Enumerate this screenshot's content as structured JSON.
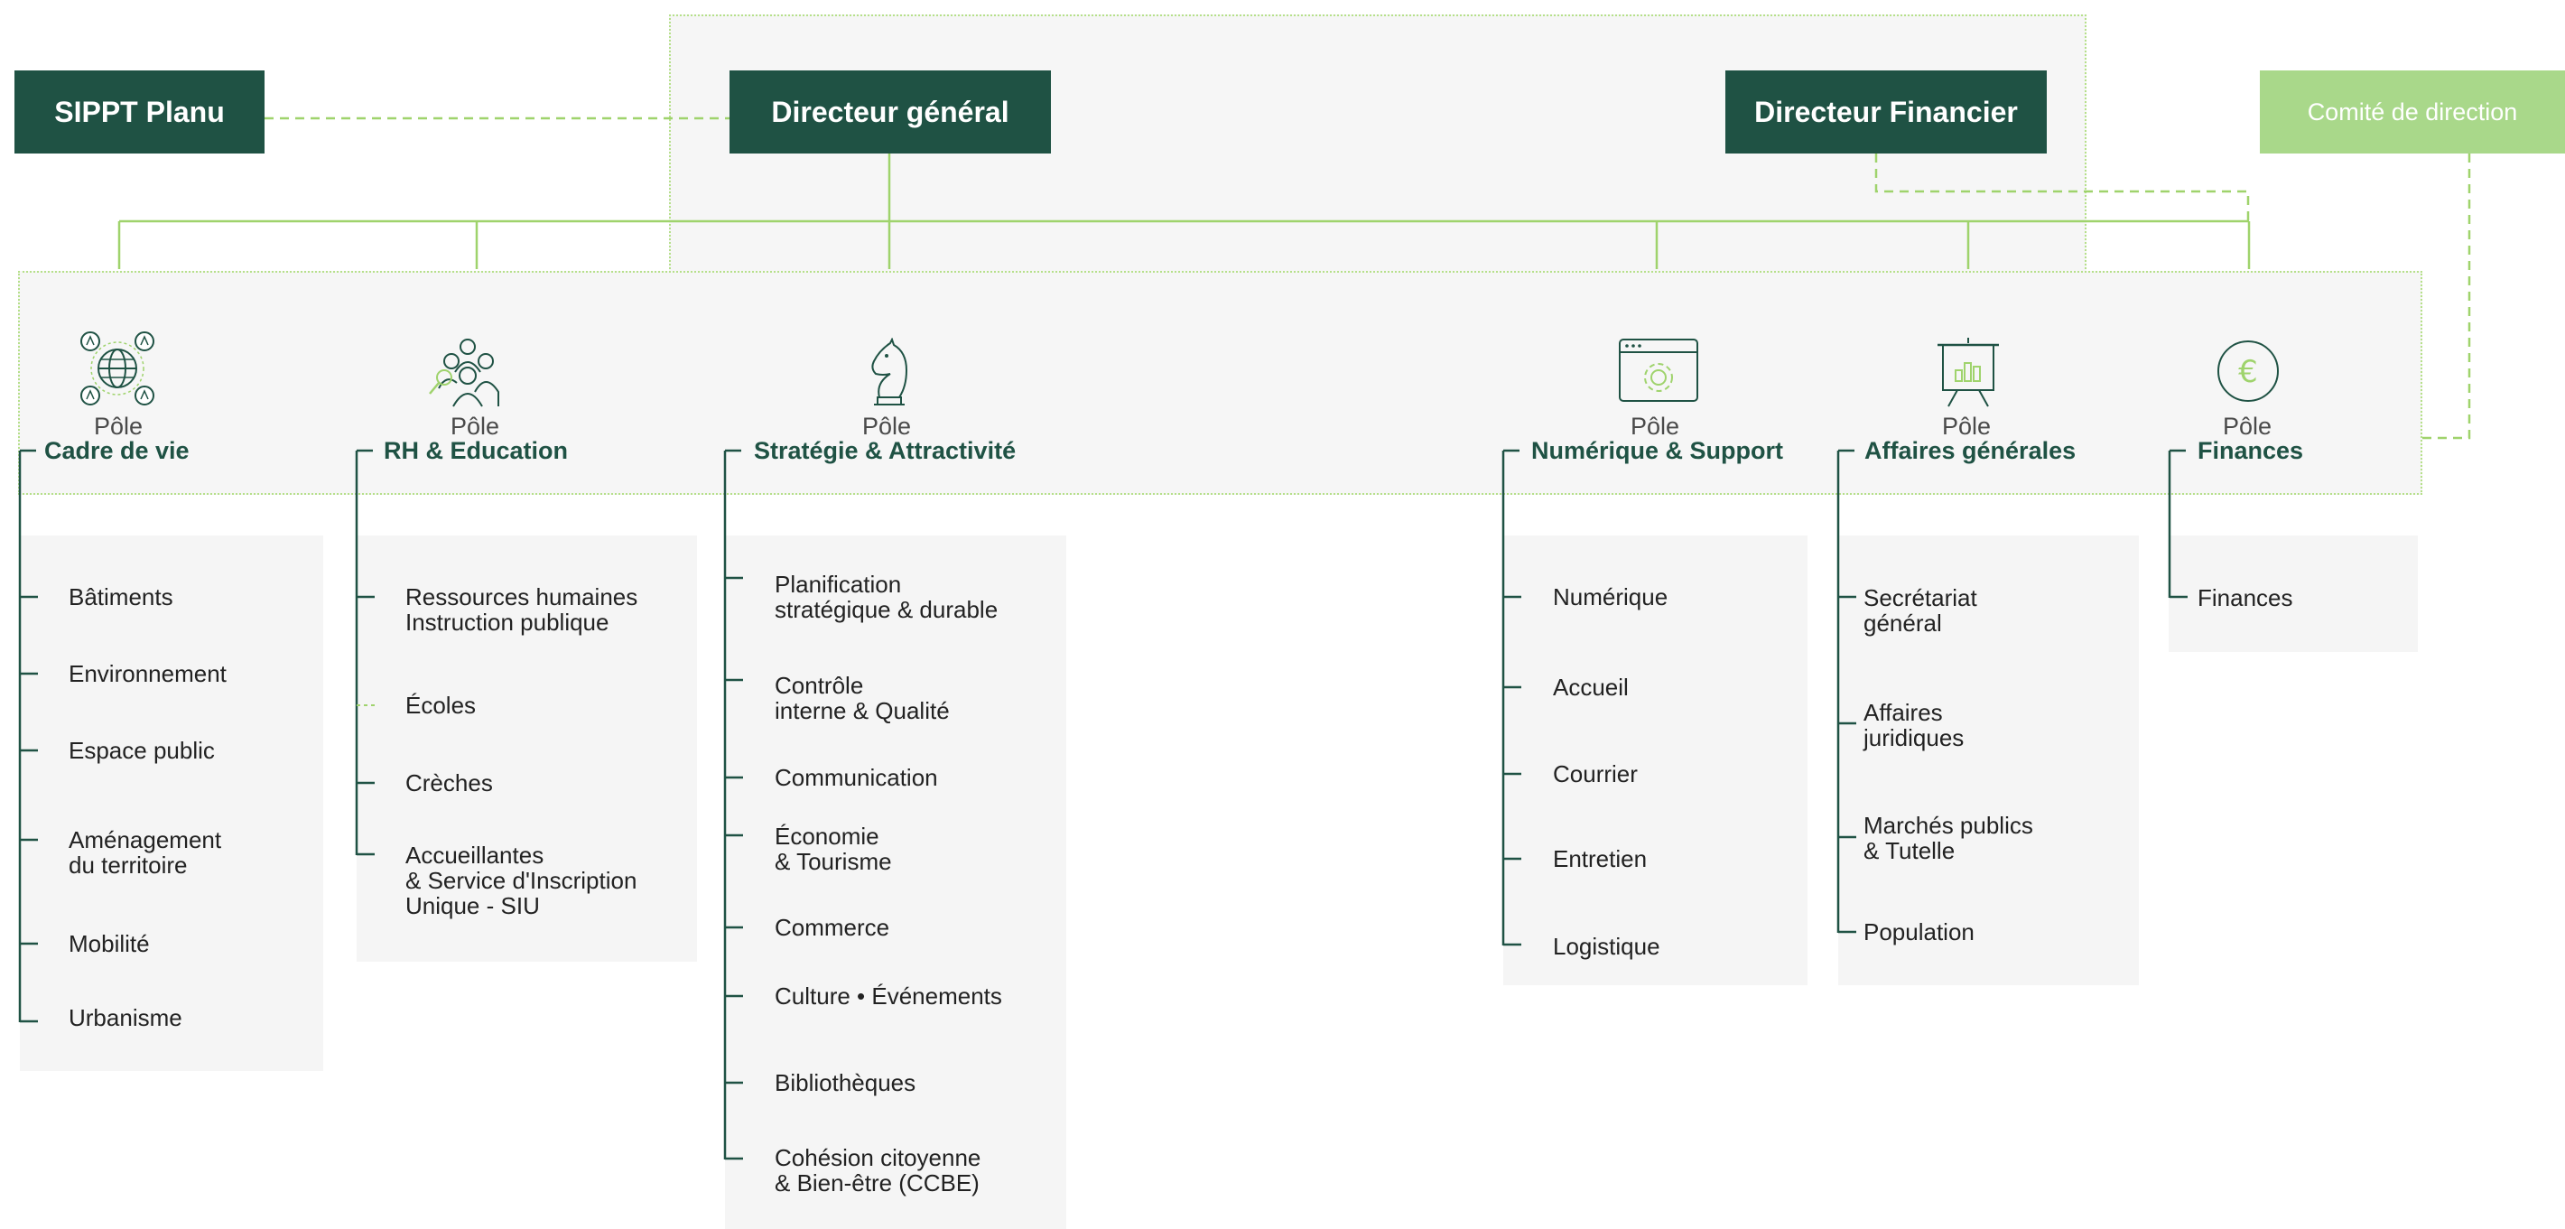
{
  "header": {
    "sippt": "SIPPT Planu",
    "dg": "Directeur général",
    "df": "Directeur Financier",
    "comite": "Comité de direction"
  },
  "colors": {
    "dark_green": "#1f5244",
    "light_green": "#a9d88a",
    "line_green": "#9fd36c",
    "panel_bg": "#f5f5f5"
  },
  "pole_word": "Pôle",
  "poles": [
    {
      "name": "Cadre de vie",
      "icon": "globe-network-icon",
      "items": [
        "Bâtiments",
        "Environnement",
        "Espace public",
        "Aménagement\ndu territoire",
        "Mobilité",
        "Urbanisme"
      ]
    },
    {
      "name": "RH & Education",
      "icon": "people-search-icon",
      "items": [
        "Ressources humaines\nInstruction publique",
        "Écoles",
        "Crèches",
        "Accueillantes\n& Service d'Inscription\nUnique - SIU"
      ]
    },
    {
      "name": "Stratégie & Attractivité",
      "icon": "chess-knight-icon",
      "items": [
        "Planification\nstratégique & durable",
        "Contrôle\ninterne & Qualité",
        "Communication",
        "Économie\n& Tourisme",
        "Commerce",
        "Culture • Événements",
        "Bibliothèques",
        "Cohésion citoyenne\n& Bien-être (CCBE)"
      ]
    },
    {
      "name": "Numérique & Support",
      "icon": "browser-gear-icon",
      "items": [
        "Numérique",
        "Accueil",
        "Courrier",
        "Entretien",
        "Logistique"
      ]
    },
    {
      "name": "Affaires générales",
      "icon": "presentation-board-icon",
      "items": [
        "Secrétariat\ngénéral",
        "Affaires\njuridiques",
        "Marchés publics\n& Tutelle",
        "Population"
      ]
    },
    {
      "name": "Finances",
      "icon": "euro-coin-icon",
      "items": [
        "Finances"
      ]
    }
  ]
}
